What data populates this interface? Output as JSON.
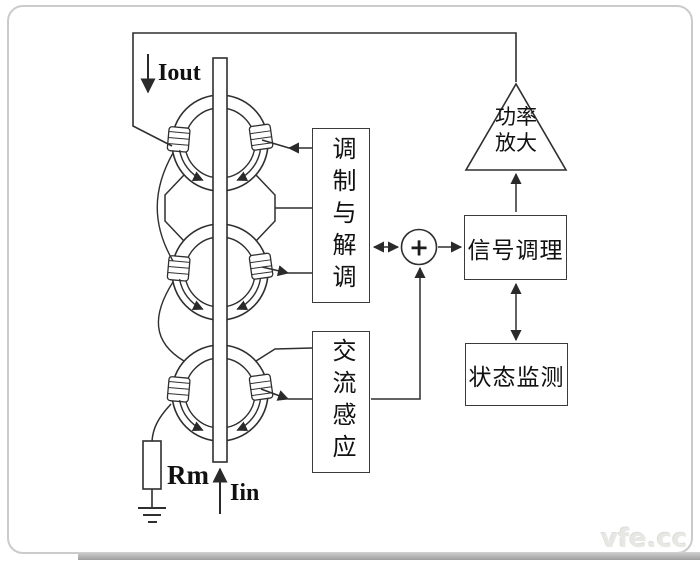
{
  "diagram": {
    "title_hint": "zero-flux current sensor block diagram",
    "labels": {
      "iout": "Iout",
      "iin": "Iin",
      "rm": "Rm"
    },
    "blocks": {
      "modulation": "调制与解调",
      "ac_induction": "交流感应",
      "signal_conditioning": "信号调理",
      "status_monitoring": "状态监测",
      "power_amp_line1": "功率",
      "power_amp_line2": "放大",
      "summing_symbol": "+"
    },
    "watermark": "vfe.cc",
    "colors": {
      "line": "#2f2f2f",
      "card_border": "#cbcbcb",
      "watermark": "#e7e7e4"
    }
  }
}
